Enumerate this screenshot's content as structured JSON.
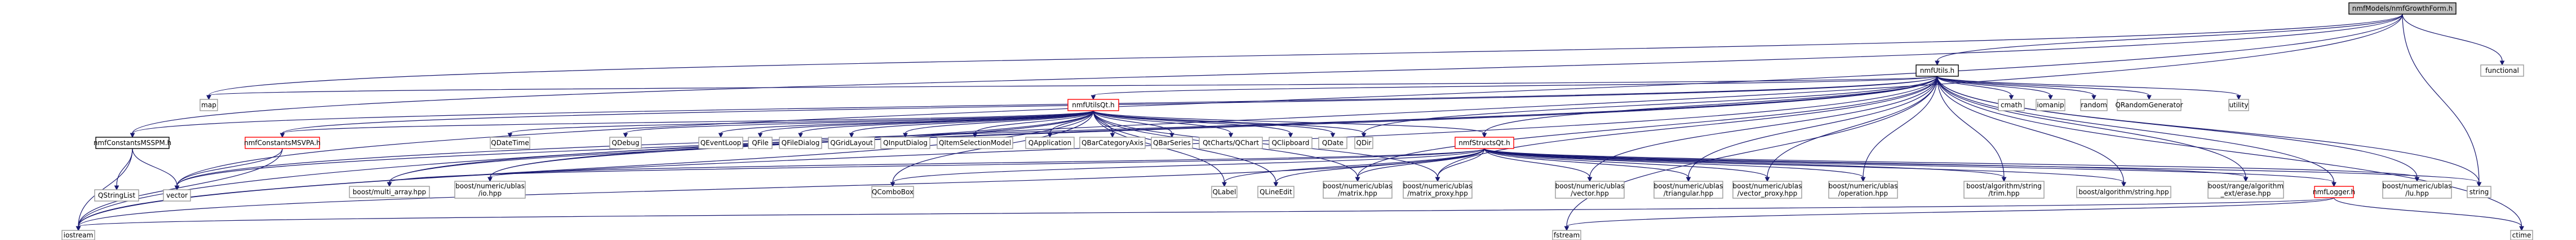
{
  "colors": {
    "edge": "#191970",
    "root_fill": "#bfbfbf",
    "highlight": "#ff0000",
    "border": "#000000",
    "plain_border": "#999999"
  },
  "nodes": [
    {
      "id": "root",
      "label": "nmfModels/nmfGrowthForm.h",
      "style": "root"
    },
    {
      "id": "nmfUtils",
      "label": "nmfUtils.h",
      "style": "linked"
    },
    {
      "id": "functional",
      "label": "functional",
      "style": "plain"
    },
    {
      "id": "map",
      "label": "map",
      "style": "plain"
    },
    {
      "id": "nmfUtilsQt",
      "label": "nmfUtilsQt.h",
      "style": "red"
    },
    {
      "id": "cmath",
      "label": "cmath",
      "style": "plain"
    },
    {
      "id": "iomanip",
      "label": "iomanip",
      "style": "plain"
    },
    {
      "id": "random",
      "label": "random",
      "style": "plain"
    },
    {
      "id": "QRandomGenerator",
      "label": "QRandomGenerator",
      "style": "plain"
    },
    {
      "id": "utility",
      "label": "utility",
      "style": "plain"
    },
    {
      "id": "nmfConstantsMSSPM",
      "label": "nmfConstantsMSSPM.h",
      "style": "linked"
    },
    {
      "id": "nmfConstantsMSVPA",
      "label": "nmfConstantsMSVPA.h",
      "style": "red"
    },
    {
      "id": "QDateTime",
      "label": "QDateTime",
      "style": "plain"
    },
    {
      "id": "QDebug",
      "label": "QDebug",
      "style": "plain"
    },
    {
      "id": "QEventLoop",
      "label": "QEventLoop",
      "style": "plain"
    },
    {
      "id": "QFile",
      "label": "QFile",
      "style": "plain"
    },
    {
      "id": "QFileDialog",
      "label": "QFileDialog",
      "style": "plain"
    },
    {
      "id": "QGridLayout",
      "label": "QGridLayout",
      "style": "plain"
    },
    {
      "id": "QInputDialog",
      "label": "QInputDialog",
      "style": "plain"
    },
    {
      "id": "QItemSelectionModel",
      "label": "QItemSelectionModel",
      "style": "plain"
    },
    {
      "id": "QApplication",
      "label": "QApplication",
      "style": "plain"
    },
    {
      "id": "QBarCategoryAxis",
      "label": "QBarCategoryAxis",
      "style": "plain"
    },
    {
      "id": "QBarSeries",
      "label": "QBarSeries",
      "style": "plain"
    },
    {
      "id": "QChartsQChart",
      "label": "QtCharts/QChart",
      "style": "plain"
    },
    {
      "id": "QClipboard",
      "label": "QClipboard",
      "style": "plain"
    },
    {
      "id": "QDate",
      "label": "QDate",
      "style": "plain"
    },
    {
      "id": "QDir",
      "label": "QDir",
      "style": "plain"
    },
    {
      "id": "nmfStructsQt",
      "label": "nmfStructsQt.h",
      "style": "red"
    },
    {
      "id": "QStringList",
      "label": "QStringList",
      "style": "plain"
    },
    {
      "id": "vector",
      "label": "vector",
      "style": "plain"
    },
    {
      "id": "boostMultiArray",
      "label": "boost/multi_array.hpp",
      "style": "plain"
    },
    {
      "id": "boostUblasIo",
      "label": "boost/numeric/ublas\n/io.hpp",
      "style": "plain"
    },
    {
      "id": "QComboBox",
      "label": "QComboBox",
      "style": "plain"
    },
    {
      "id": "QLabel",
      "label": "QLabel",
      "style": "plain"
    },
    {
      "id": "QLineEdit",
      "label": "QLineEdit",
      "style": "plain"
    },
    {
      "id": "boostUblasMatrix",
      "label": "boost/numeric/ublas\n/matrix.hpp",
      "style": "plain"
    },
    {
      "id": "boostUblasMatrixProxy",
      "label": "boost/numeric/ublas\n/matrix_proxy.hpp",
      "style": "plain"
    },
    {
      "id": "boostUblasVector",
      "label": "boost/numeric/ublas\n/vector.hpp",
      "style": "plain"
    },
    {
      "id": "boostUblasTriangular",
      "label": "boost/numeric/ublas\n/triangular.hpp",
      "style": "plain"
    },
    {
      "id": "boostUblasVectorProxy",
      "label": "boost/numeric/ublas\n/vector_proxy.hpp",
      "style": "plain"
    },
    {
      "id": "boostUblasOperation",
      "label": "boost/numeric/ublas\n/operation.hpp",
      "style": "plain"
    },
    {
      "id": "boostAlgoTrim",
      "label": "boost/algorithm/string\n/trim.hpp",
      "style": "plain"
    },
    {
      "id": "boostAlgoString",
      "label": "boost/algorithm/string.hpp",
      "style": "plain"
    },
    {
      "id": "boostRangeErase",
      "label": "boost/range/algorithm\n_ext/erase.hpp",
      "style": "plain"
    },
    {
      "id": "nmfLogger",
      "label": "nmfLogger.h",
      "style": "red"
    },
    {
      "id": "boostUblasLu",
      "label": "boost/numeric/ublas\n/lu.hpp",
      "style": "plain"
    },
    {
      "id": "string",
      "label": "string",
      "style": "plain"
    },
    {
      "id": "iostream",
      "label": "iostream",
      "style": "plain"
    },
    {
      "id": "fstream",
      "label": "fstream",
      "style": "plain"
    },
    {
      "id": "ctime",
      "label": "ctime",
      "style": "plain"
    }
  ],
  "edges": [
    [
      "root",
      "nmfUtils"
    ],
    [
      "root",
      "functional"
    ],
    [
      "root",
      "map"
    ],
    [
      "root",
      "nmfConstantsMSSPM"
    ],
    [
      "root",
      "vector"
    ],
    [
      "root",
      "string"
    ],
    [
      "root",
      "iostream"
    ],
    [
      "nmfUtils",
      "map"
    ],
    [
      "nmfUtils",
      "nmfUtilsQt"
    ],
    [
      "nmfUtils",
      "cmath"
    ],
    [
      "nmfUtils",
      "iomanip"
    ],
    [
      "nmfUtils",
      "random"
    ],
    [
      "nmfUtils",
      "QRandomGenerator"
    ],
    [
      "nmfUtils",
      "utility"
    ],
    [
      "nmfUtils",
      "nmfConstantsMSSPM"
    ],
    [
      "nmfUtils",
      "nmfConstantsMSVPA"
    ],
    [
      "nmfUtils",
      "QDir"
    ],
    [
      "nmfUtils",
      "nmfStructsQt"
    ],
    [
      "nmfUtils",
      "vector"
    ],
    [
      "nmfUtils",
      "boostMultiArray"
    ],
    [
      "nmfUtils",
      "boostUblasIo"
    ],
    [
      "nmfUtils",
      "boostUblasMatrix"
    ],
    [
      "nmfUtils",
      "boostUblasMatrixProxy"
    ],
    [
      "nmfUtils",
      "boostUblasVector"
    ],
    [
      "nmfUtils",
      "boostUblasTriangular"
    ],
    [
      "nmfUtils",
      "boostUblasVectorProxy"
    ],
    [
      "nmfUtils",
      "boostUblasOperation"
    ],
    [
      "nmfUtils",
      "boostAlgoTrim"
    ],
    [
      "nmfUtils",
      "boostAlgoString"
    ],
    [
      "nmfUtils",
      "boostRangeErase"
    ],
    [
      "nmfUtils",
      "nmfLogger"
    ],
    [
      "nmfUtils",
      "boostUblasLu"
    ],
    [
      "nmfUtils",
      "string"
    ],
    [
      "nmfUtils",
      "iostream"
    ],
    [
      "nmfUtils",
      "fstream"
    ],
    [
      "nmfUtils",
      "ctime"
    ],
    [
      "nmfUtilsQt",
      "nmfConstantsMSVPA"
    ],
    [
      "nmfUtilsQt",
      "QDateTime"
    ],
    [
      "nmfUtilsQt",
      "QDebug"
    ],
    [
      "nmfUtilsQt",
      "QEventLoop"
    ],
    [
      "nmfUtilsQt",
      "QFile"
    ],
    [
      "nmfUtilsQt",
      "QFileDialog"
    ],
    [
      "nmfUtilsQt",
      "QGridLayout"
    ],
    [
      "nmfUtilsQt",
      "QInputDialog"
    ],
    [
      "nmfUtilsQt",
      "QItemSelectionModel"
    ],
    [
      "nmfUtilsQt",
      "QApplication"
    ],
    [
      "nmfUtilsQt",
      "QBarCategoryAxis"
    ],
    [
      "nmfUtilsQt",
      "QBarSeries"
    ],
    [
      "nmfUtilsQt",
      "QChartsQChart"
    ],
    [
      "nmfUtilsQt",
      "QClipboard"
    ],
    [
      "nmfUtilsQt",
      "QDate"
    ],
    [
      "nmfUtilsQt",
      "QDir"
    ],
    [
      "nmfUtilsQt",
      "nmfStructsQt"
    ],
    [
      "nmfUtilsQt",
      "vector"
    ],
    [
      "nmfUtilsQt",
      "boostMultiArray"
    ],
    [
      "nmfUtilsQt",
      "boostUblasIo"
    ],
    [
      "nmfUtilsQt",
      "QComboBox"
    ],
    [
      "nmfUtilsQt",
      "QLabel"
    ],
    [
      "nmfUtilsQt",
      "QLineEdit"
    ],
    [
      "nmfUtilsQt",
      "boostUblasMatrix"
    ],
    [
      "nmfUtilsQt",
      "boostUblasMatrixProxy"
    ],
    [
      "nmfUtilsQt",
      "iostream"
    ],
    [
      "nmfConstantsMSSPM",
      "QStringList"
    ],
    [
      "nmfConstantsMSSPM",
      "vector"
    ],
    [
      "nmfConstantsMSSPM",
      "iostream"
    ],
    [
      "nmfConstantsMSVPA",
      "vector"
    ],
    [
      "nmfConstantsMSVPA",
      "iostream"
    ],
    [
      "nmfStructsQt",
      "boostMultiArray"
    ],
    [
      "nmfStructsQt",
      "boostUblasIo"
    ],
    [
      "nmfStructsQt",
      "QComboBox"
    ],
    [
      "nmfStructsQt",
      "QLabel"
    ],
    [
      "nmfStructsQt",
      "QLineEdit"
    ],
    [
      "nmfStructsQt",
      "boostUblasMatrix"
    ],
    [
      "nmfStructsQt",
      "boostUblasMatrixProxy"
    ],
    [
      "nmfStructsQt",
      "boostUblasVector"
    ],
    [
      "nmfStructsQt",
      "boostUblasTriangular"
    ],
    [
      "nmfStructsQt",
      "boostUblasVectorProxy"
    ],
    [
      "nmfStructsQt",
      "boostUblasOperation"
    ],
    [
      "nmfStructsQt",
      "boostAlgoTrim"
    ],
    [
      "nmfStructsQt",
      "boostAlgoString"
    ],
    [
      "nmfStructsQt",
      "boostRangeErase"
    ],
    [
      "nmfStructsQt",
      "nmfLogger"
    ],
    [
      "nmfStructsQt",
      "boostUblasLu"
    ],
    [
      "nmfStructsQt",
      "string"
    ],
    [
      "nmfStructsQt",
      "iostream"
    ],
    [
      "nmfLogger",
      "iostream"
    ],
    [
      "nmfLogger",
      "fstream"
    ],
    [
      "nmfLogger",
      "ctime"
    ]
  ]
}
